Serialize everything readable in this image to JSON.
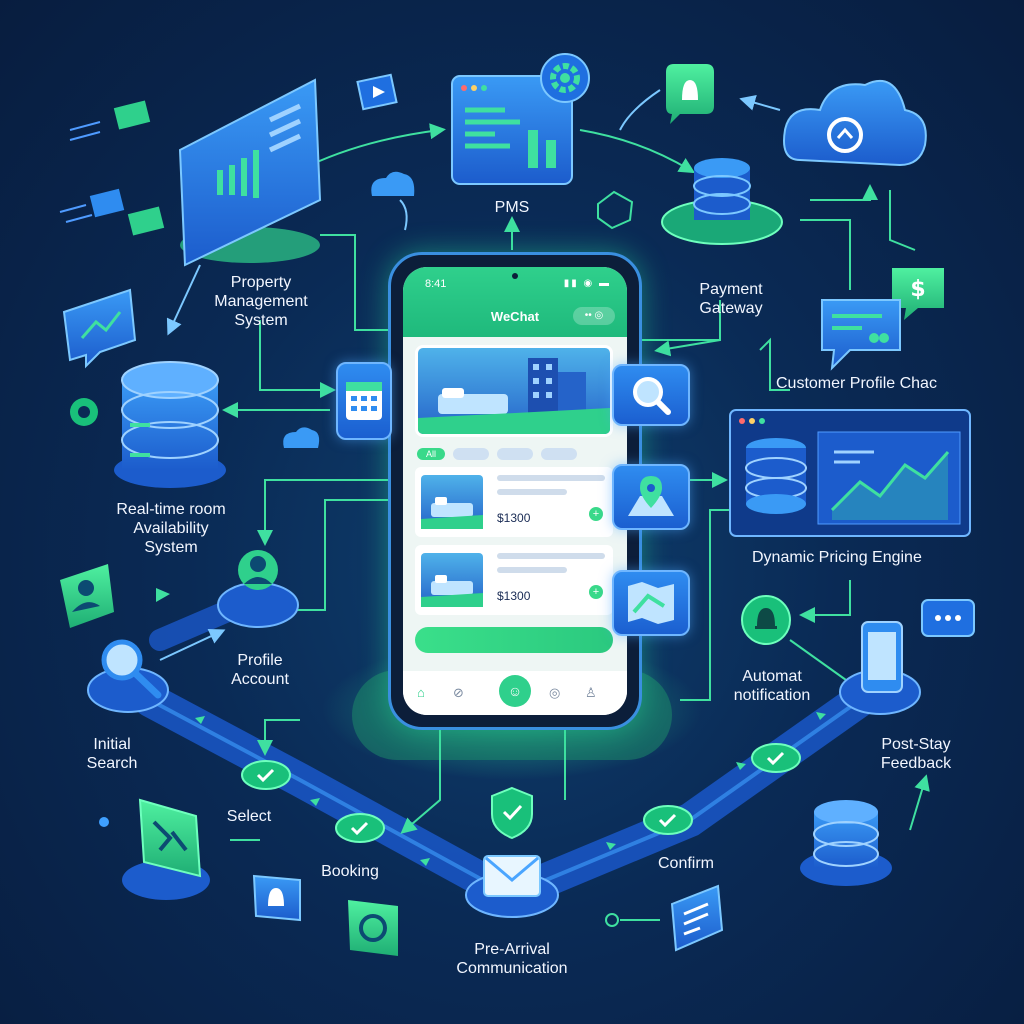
{
  "diagram": {
    "labels": {
      "pms": "PMS",
      "property_management": [
        "Property",
        "Management",
        "System"
      ],
      "payment_gateway": [
        "Payment",
        "Gateway"
      ],
      "customer_profile": "Customer Profile Chac",
      "realtime_availability": [
        "Real-time room",
        "Availability",
        "System"
      ],
      "dynamic_pricing": "Dynamic Pricing Engine",
      "profile_account": [
        "Profile",
        "Account"
      ],
      "automat_notification": [
        "Automat",
        "notification"
      ],
      "initial_search": [
        "Initial",
        "Search"
      ],
      "post_stay": [
        "Post-Stay",
        "Feedback"
      ],
      "select": "Select",
      "booking": "Booking",
      "confirm": "Confirm",
      "pre_arrival": [
        "Pre-Arrival",
        "Communication"
      ]
    }
  },
  "phone": {
    "time": "8:41",
    "signal": "▮▮ ◉ ▬",
    "app_title": "WeChat",
    "menu_pill": "•• ◎",
    "filter_chip": "All",
    "listings": [
      {
        "price": "$1300"
      },
      {
        "price": "$1300"
      }
    ]
  },
  "colors": {
    "accent_green": "#2fd08c",
    "accent_blue": "#2f8cf0",
    "background": "#0a2a55"
  },
  "icons": [
    "calendar-icon",
    "search-icon",
    "map-pin-icon",
    "map-icon",
    "gear-icon",
    "bell-icon",
    "cloud-icon",
    "dollar-icon",
    "envelope-icon",
    "database-icon",
    "check-icon",
    "user-icon",
    "chat-icon",
    "shield-check-icon"
  ]
}
